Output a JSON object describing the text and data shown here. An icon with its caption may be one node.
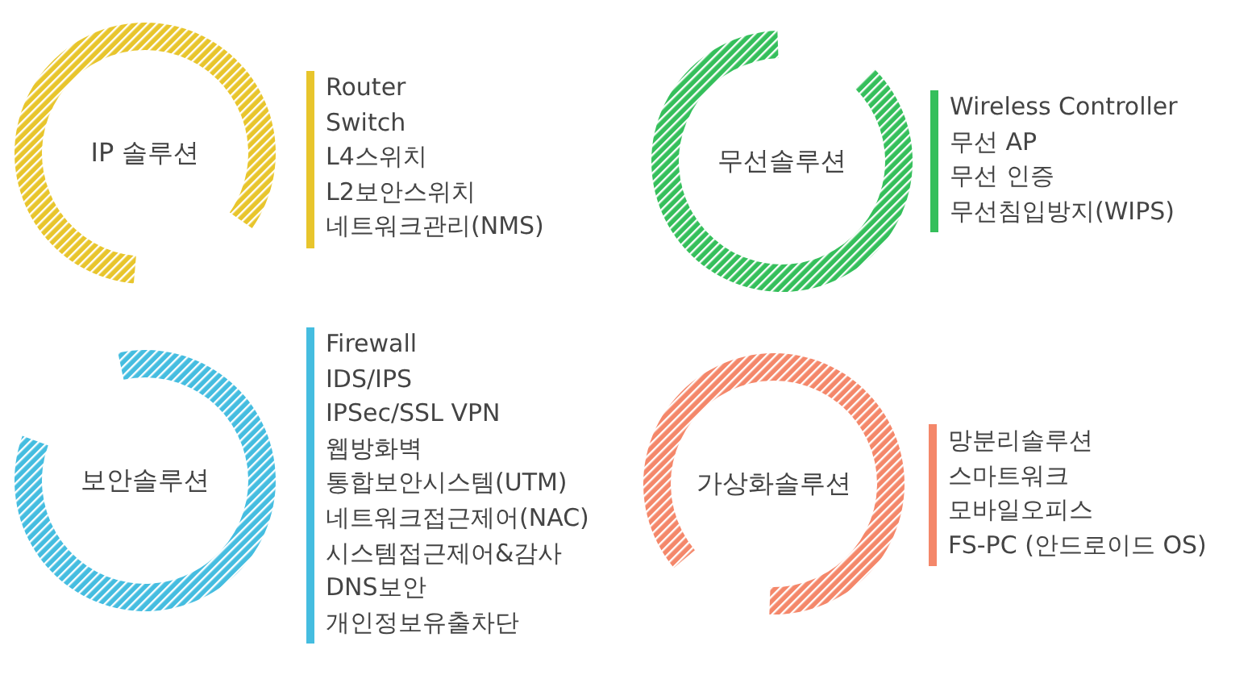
{
  "diagram": {
    "nodes": [
      {
        "text": [
          "IP 솔루션"
        ],
        "beside": [
          "Router",
          "Switch",
          "L4스위치",
          "L2보안스위치",
          "네트워크관리(NMS)"
        ]
      },
      {
        "text": [
          "무선솔루션"
        ],
        "beside": [
          "Wireless Controller",
          "무선 AP",
          "무선 인증",
          "무선침입방지(WIPS)"
        ]
      },
      {
        "text": [
          "보안솔루션"
        ],
        "beside": [
          "Firewall",
          "IDS/IPS",
          "IPSec/SSL VPN",
          "웹방화벽",
          "통합보안시스템(UTM)",
          "네트워크접근제어(NAC)",
          "시스템접근제어&감사",
          "DNS보안",
          "개인정보유출차단"
        ]
      },
      {
        "text": [
          "가상화솔루션"
        ],
        "beside": [
          "망분리솔루션",
          "스마트워크",
          "모바일오피스",
          "FS-PC (안드로이드 OS)"
        ]
      }
    ]
  }
}
